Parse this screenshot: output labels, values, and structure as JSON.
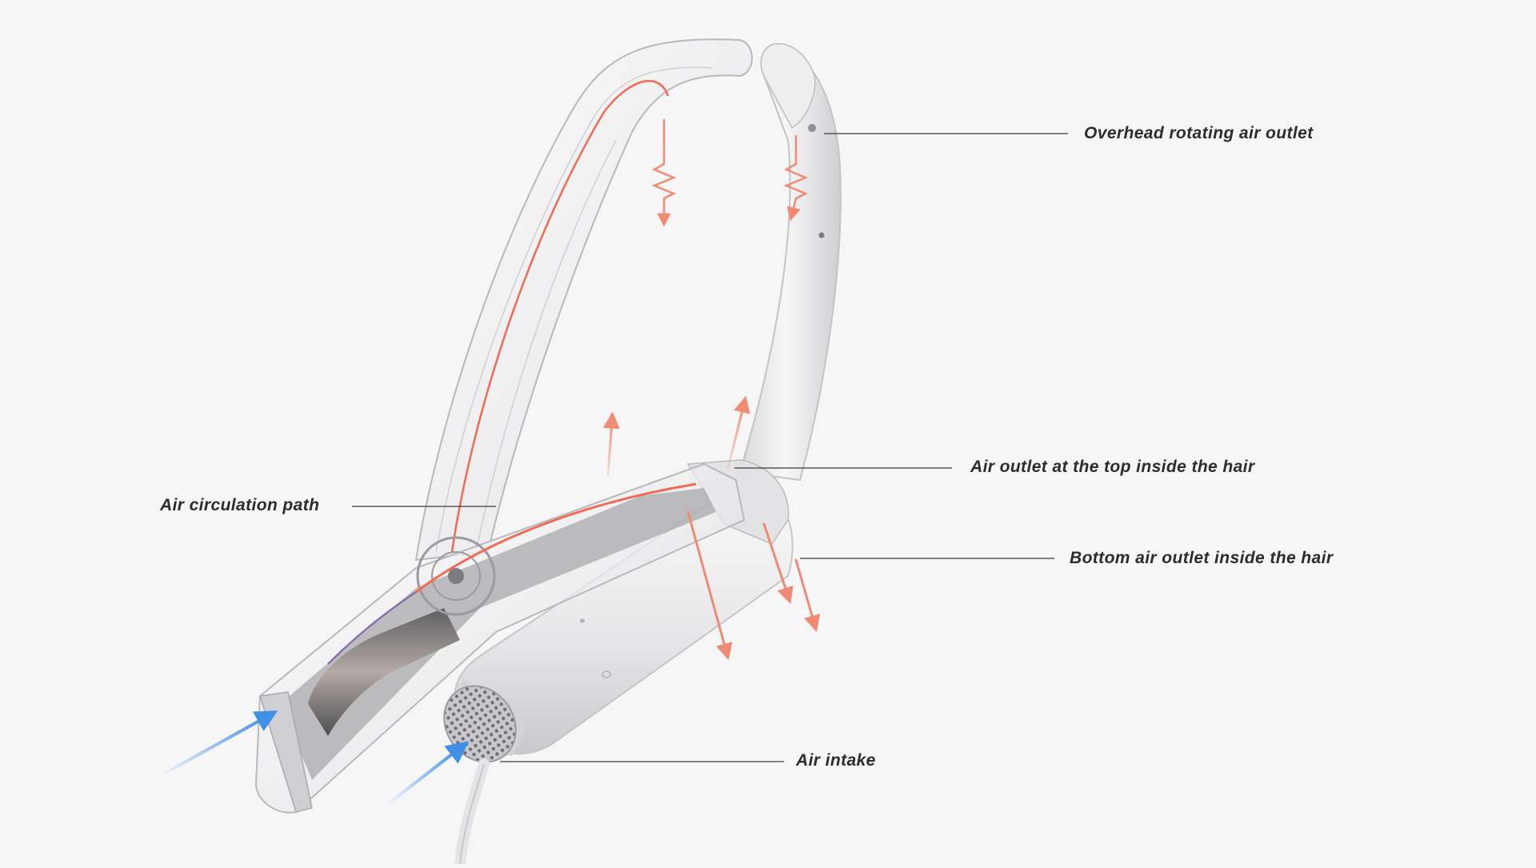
{
  "diagram": {
    "background_color": "#f6f6f6",
    "arrow_warm_color": "#f08a72",
    "arrow_cool_color": "#3f8fe6",
    "leader_line_color": "#3a3a3a",
    "callouts": {
      "overhead_outlet": "Overhead rotating air outlet",
      "top_outlet": "Air outlet at the top inside the hair",
      "circulation_path": "Air circulation path",
      "bottom_outlet": "Bottom air outlet inside the hair",
      "air_intake": "Air intake"
    }
  }
}
